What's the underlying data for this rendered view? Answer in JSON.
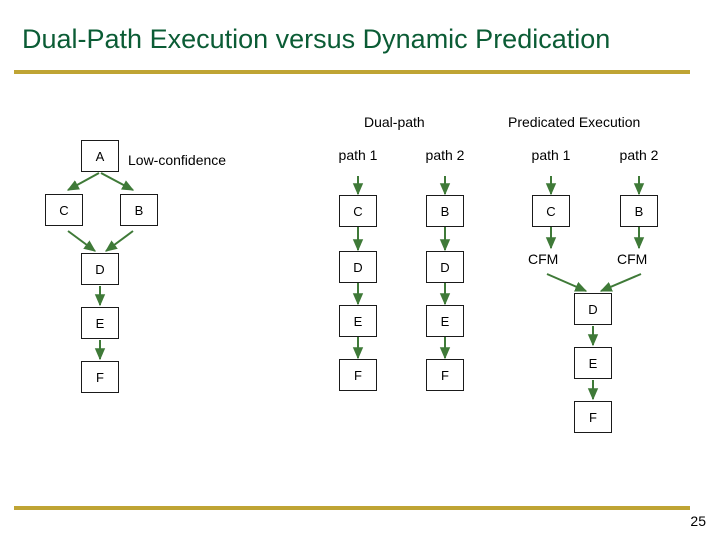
{
  "slide": {
    "title": "Dual-Path Execution versus Dynamic Predication",
    "page_number": "25",
    "accent_rule_color": "#bfa434",
    "title_color": "#0b5c35",
    "arrow_color": "#3f7a38",
    "node_border_color": "#1a1a1a"
  },
  "cfg": {
    "annotation": "Low-confidence",
    "nodes": {
      "a": "A",
      "c": "C",
      "b": "B",
      "d": "D",
      "e": "E",
      "f": "F"
    }
  },
  "dual_path": {
    "heading": "Dual-path",
    "columns": [
      {
        "label": "path 1",
        "nodes": [
          "C",
          "D",
          "E",
          "F"
        ]
      },
      {
        "label": "path 2",
        "nodes": [
          "B",
          "D",
          "E",
          "F"
        ]
      }
    ]
  },
  "predicated_execution": {
    "heading": "Predicated Execution",
    "columns": [
      {
        "label": "path 1",
        "nodes": [
          "C"
        ],
        "merge_label": "CFM"
      },
      {
        "label": "path 2",
        "nodes": [
          "B"
        ],
        "merge_label": "CFM"
      }
    ],
    "merged_nodes": [
      "D",
      "E",
      "F"
    ]
  },
  "chart_data": {
    "type": "diagram",
    "title": "Dual-Path Execution versus Dynamic Predication",
    "panels": [
      {
        "name": "control-flow-graph",
        "annotation": "Low-confidence",
        "nodes": [
          "A",
          "C",
          "B",
          "D",
          "E",
          "F"
        ],
        "edges": [
          [
            "A",
            "C"
          ],
          [
            "A",
            "B"
          ],
          [
            "C",
            "D"
          ],
          [
            "B",
            "D"
          ],
          [
            "D",
            "E"
          ],
          [
            "E",
            "F"
          ]
        ]
      },
      {
        "name": "dual-path",
        "heading": "Dual-path",
        "columns": [
          {
            "label": "path 1",
            "sequence": [
              "C",
              "D",
              "E",
              "F"
            ]
          },
          {
            "label": "path 2",
            "sequence": [
              "B",
              "D",
              "E",
              "F"
            ]
          }
        ]
      },
      {
        "name": "predicated-execution",
        "heading": "Predicated Execution",
        "columns": [
          {
            "label": "path 1",
            "sequence": [
              "C",
              "CFM"
            ]
          },
          {
            "label": "path 2",
            "sequence": [
              "B",
              "CFM"
            ]
          }
        ],
        "merged_sequence": [
          "D",
          "E",
          "F"
        ]
      }
    ]
  }
}
